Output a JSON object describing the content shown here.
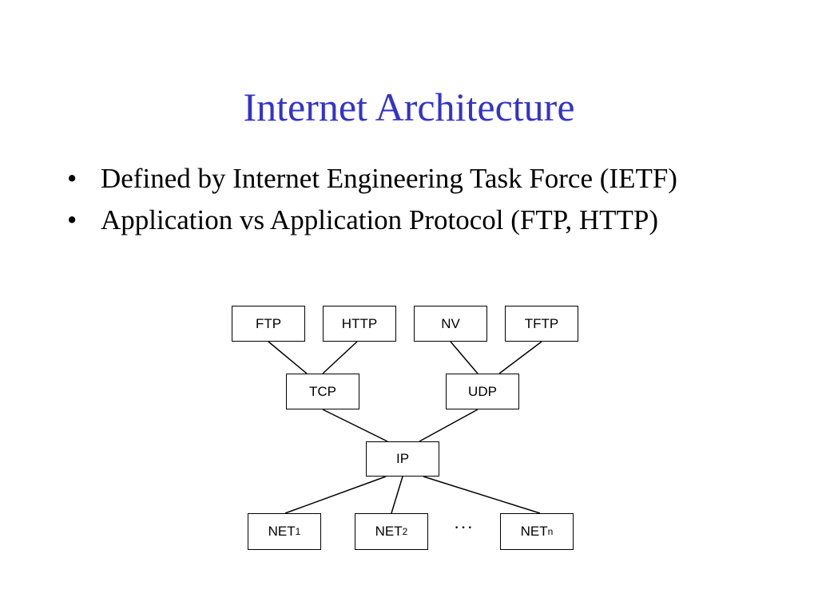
{
  "slide": {
    "title": "Internet Architecture",
    "bullets": [
      {
        "marker": "•",
        "text": "Defined by Internet Engineering Task Force (IETF)"
      },
      {
        "marker": "•",
        "text": "Application vs Application Protocol (FTP, HTTP)"
      }
    ]
  },
  "diagram": {
    "application_layer": [
      "FTP",
      "HTTP",
      "NV",
      "TFTP"
    ],
    "transport_layer": [
      "TCP",
      "UDP"
    ],
    "network_layer": "IP",
    "nets": [
      {
        "base": "NET",
        "sub": "1"
      },
      {
        "base": "NET",
        "sub": "2"
      },
      {
        "base": "NET",
        "sub": "n"
      }
    ],
    "ellipsis": "···"
  },
  "colors": {
    "title": "#3333cc",
    "text": "#000000",
    "background": "#ffffff"
  }
}
